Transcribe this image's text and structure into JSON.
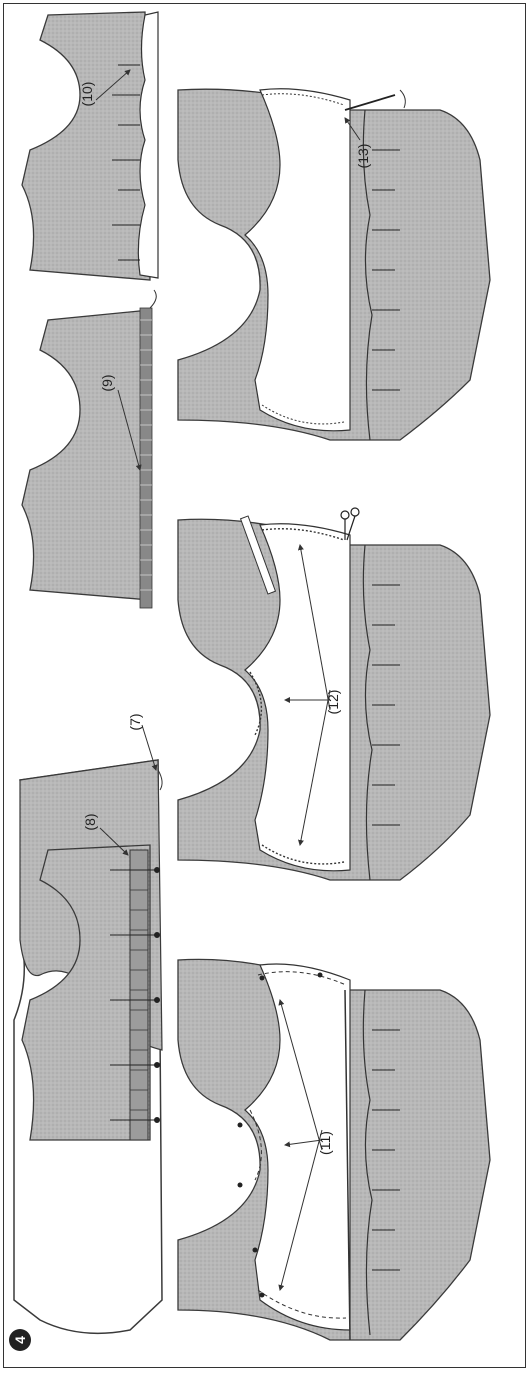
{
  "step_number": "4",
  "labels": {
    "l7": "(7)",
    "l8": "(8)",
    "l9": "(9)",
    "l10": "(10)",
    "l11": "(11)",
    "l12": "(12)",
    "l13": "(13)"
  },
  "colors": {
    "fabric": "#b5b5b5",
    "outline": "#3a3a3a",
    "facing": "#ffffff",
    "frame": "#333333"
  }
}
